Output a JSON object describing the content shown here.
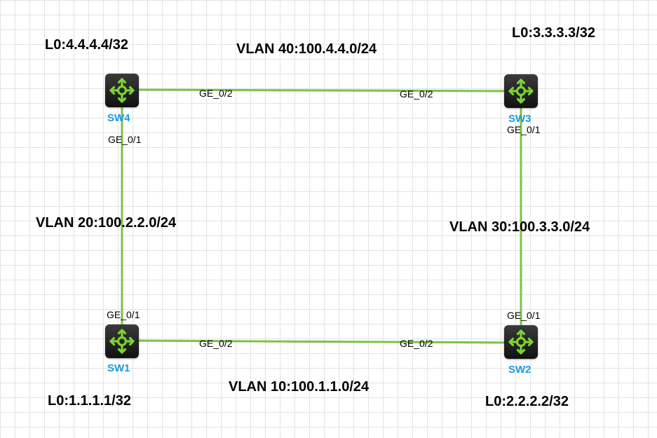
{
  "colors": {
    "link": "#7cc242",
    "switch_label": "#1a9be0",
    "switch_body": "#1b1b1b",
    "switch_arrows": "#7cd334"
  },
  "switches": [
    {
      "id": "SW4",
      "label": "SW4",
      "loopback": "L0:4.4.4.4/32",
      "icon": "switch-icon"
    },
    {
      "id": "SW3",
      "label": "SW3",
      "loopback": "L0:3.3.3.3/32",
      "icon": "switch-icon"
    },
    {
      "id": "SW1",
      "label": "SW1",
      "loopback": "L0:1.1.1.1/32",
      "icon": "switch-icon"
    },
    {
      "id": "SW2",
      "label": "SW2",
      "loopback": "L0:2.2.2.2/32",
      "icon": "switch-icon"
    }
  ],
  "links": [
    {
      "id": "sw4-sw3",
      "vlan_label": "VLAN 40:100.4.4.0/24",
      "port_a": "GE_0/2",
      "port_b": "GE_0/2"
    },
    {
      "id": "sw4-sw1",
      "vlan_label": "VLAN 20:100.2.2.0/24",
      "port_a": "GE_0/1",
      "port_b": "GE_0/1"
    },
    {
      "id": "sw3-sw2",
      "vlan_label": "VLAN 30:100.3.3.0/24",
      "port_a": "GE_0/1",
      "port_b": "GE_0/1"
    },
    {
      "id": "sw1-sw2",
      "vlan_label": "VLAN 10:100.1.1.0/24",
      "port_a": "GE_0/2",
      "port_b": "GE_0/2"
    }
  ]
}
